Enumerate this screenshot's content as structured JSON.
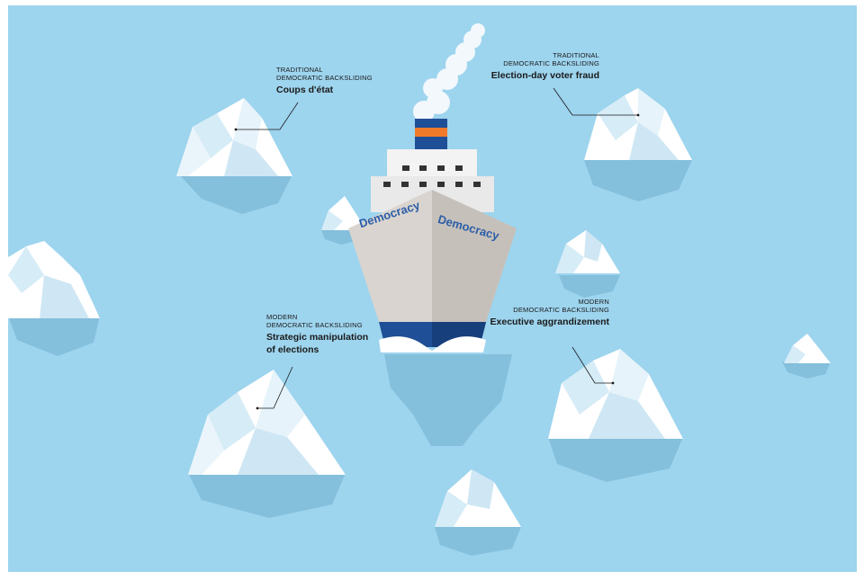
{
  "ship": {
    "hull_label_left": "Democracy",
    "hull_label_right": "Democracy"
  },
  "annotations": {
    "coups": {
      "line1": "TRADITIONAL",
      "line2": "DEMOCRATIC BACKSLIDING",
      "title": "Coups d'état"
    },
    "voter_fraud": {
      "line1": "TRADITIONAL",
      "line2": "DEMOCRATIC BACKSLIDING",
      "title": "Election-day voter fraud"
    },
    "manipulation": {
      "line1": "MODERN",
      "line2": "DEMOCRATIC BACKSLIDING",
      "title_line1": "Strategic manipulation",
      "title_line2": "of elections"
    },
    "aggrandizement": {
      "line1": "MODERN",
      "line2": "DEMOCRATIC BACKSLIDING",
      "title": "Executive aggrandizement"
    }
  },
  "colors": {
    "sea": "#9dd4ee",
    "ice": "#ffffff",
    "ice_shade": "#d6ecf7",
    "hull_left": "#d9d4cf",
    "hull_right": "#c6c0ba",
    "hull_bottom": "#1f4f96",
    "funnel_blue": "#1f4f96",
    "funnel_orange": "#f07a2a",
    "text_blue": "#2b5ea8"
  }
}
